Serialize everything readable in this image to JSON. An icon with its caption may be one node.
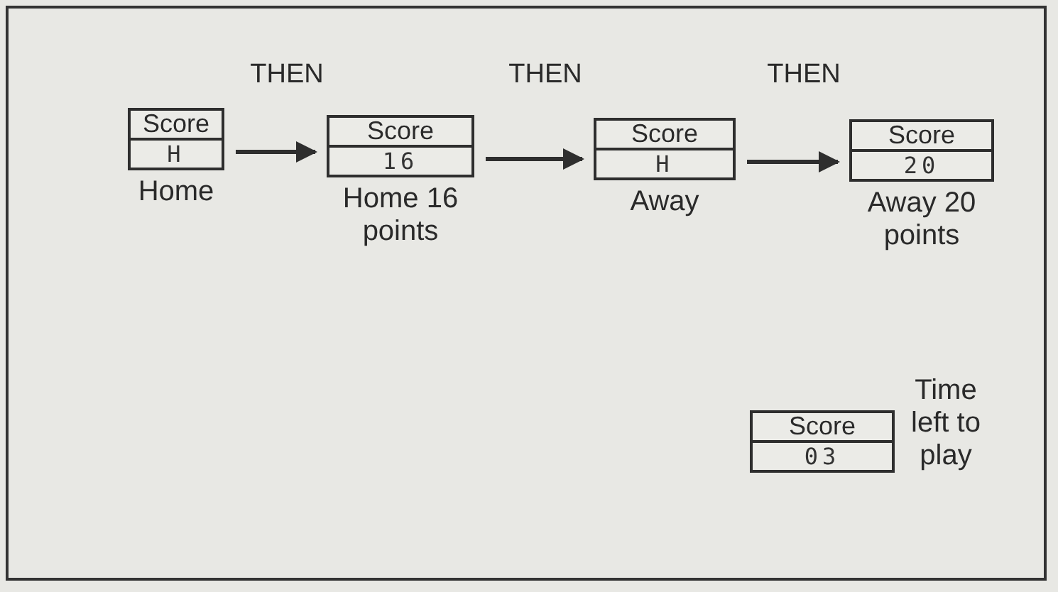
{
  "diagram": {
    "nodes": [
      {
        "text": [
          "Score",
          "H"
        ],
        "beside": [
          "Home"
        ]
      },
      {
        "text": [
          "Score",
          "16"
        ],
        "beside": [
          "Home 16 points"
        ]
      },
      {
        "text": [
          "Score",
          "H"
        ],
        "beside": [
          "Away"
        ]
      },
      {
        "text": [
          "Score",
          "20"
        ],
        "beside": [
          "Away 20 points"
        ]
      },
      {
        "text": [
          "Score",
          "03"
        ],
        "beside": [
          "Time left to play"
        ]
      }
    ],
    "edges": [
      {
        "from": 0,
        "to": 1,
        "arrow": "to",
        "label": "THEN"
      },
      {
        "from": 1,
        "to": 2,
        "arrow": "to",
        "label": "THEN"
      },
      {
        "from": 2,
        "to": 3,
        "arrow": "to",
        "label": "THEN"
      }
    ]
  }
}
